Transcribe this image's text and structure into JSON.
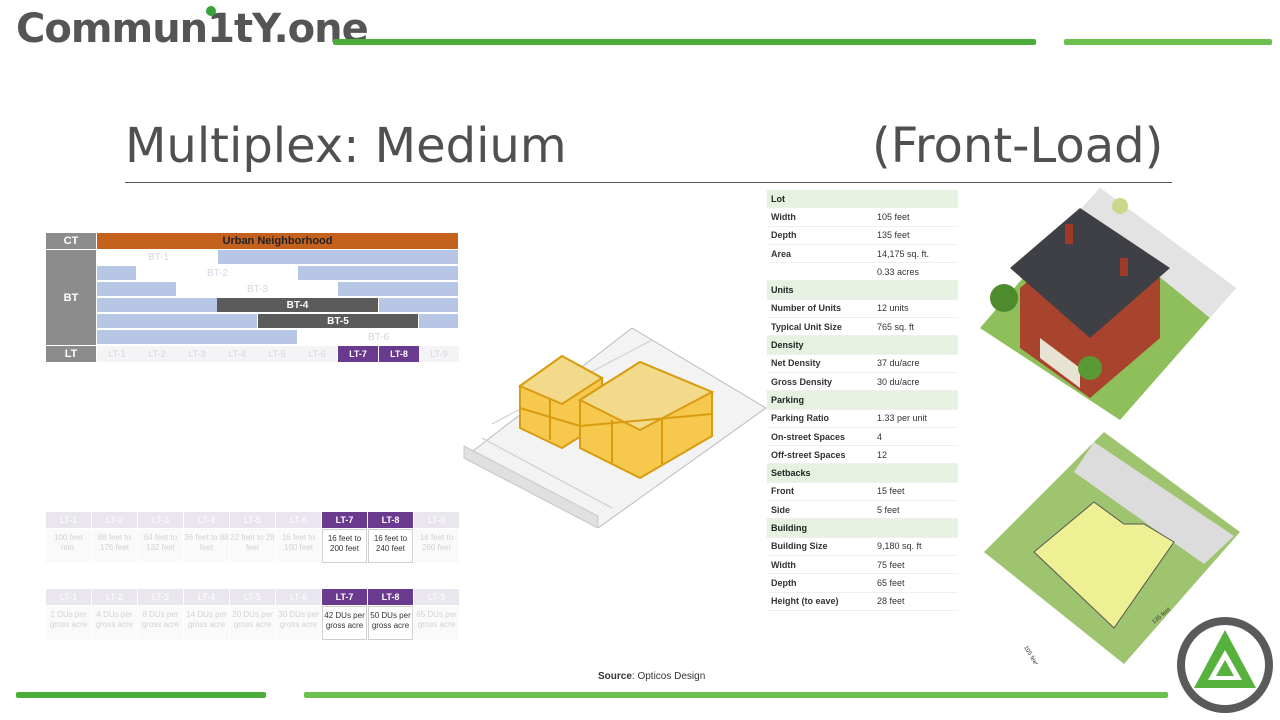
{
  "header": {
    "logo_text_a": "Commun",
    "logo_text_b": "1",
    "logo_text_c": "tY.one",
    "title_left": "Multiplex: Medium",
    "title_right": "(Front-Load)"
  },
  "transect": {
    "ct_label": "CT",
    "ct_value": "Urban Neighborhood",
    "bt_label": "BT",
    "lt_label": "LT",
    "bt": [
      "BT-1",
      "BT-2",
      "BT-3",
      "BT-4",
      "BT-5",
      "BT-6"
    ],
    "lt": [
      "LT-1",
      "LT-2",
      "LT-3",
      "LT-4",
      "LT-5",
      "LT-6",
      "LT-7",
      "LT-8",
      "LT-9"
    ],
    "colors": {
      "ct": "#c4621d",
      "active": "#6a3a8f",
      "bt_light": "#b7c6e4",
      "bt_dark": "#5b5b5b"
    }
  },
  "lot_width_grid": {
    "headers": [
      "LT-1",
      "LT-2",
      "LT-3",
      "LT-4",
      "LT-5",
      "LT-6",
      "LT-7",
      "LT-8",
      "LT-9"
    ],
    "cells": [
      "100 feet min.",
      "88 feet to 176 feet",
      "64 feet to 132 feet",
      "36 feet to 88 feet",
      "22 feet to 28 feet",
      "16 feet to 100 feet",
      "16 feet to 200 feet",
      "16 feet to 240 feet",
      "16 feet to 260 feet"
    ],
    "active": [
      6,
      7
    ]
  },
  "density_grid": {
    "headers": [
      "LT-1",
      "LT-2",
      "LT-3",
      "LT-4",
      "LT-5",
      "LT-6",
      "LT-7",
      "LT-8",
      "LT-9"
    ],
    "cells": [
      "2 DUs per gross acre",
      "4 DUs per gross acre",
      "8 DUs per gross acre",
      "14 DUs per gross acre",
      "20 DUs per gross acre",
      "30 DUs per gross acre",
      "42 DUs per gross acre",
      "50 DUs per gross acre",
      "65 DUs per gross acre"
    ],
    "active": [
      6,
      7
    ]
  },
  "spec": {
    "lot": "Lot",
    "width_k": "Width",
    "width_v": "105 feet",
    "depth_k": "Depth",
    "depth_v": "135 feet",
    "area_k": "Area",
    "area_v1": "14,175 sq. ft.",
    "area_v2": "0.33 acres",
    "units": "Units",
    "num_units_k": "Number of Units",
    "num_units_v": "12 units",
    "unit_size_k": "Typical Unit Size",
    "unit_size_v": "765 sq. ft",
    "density": "Density",
    "net_k": "Net Density",
    "net_v": "37 du/acre",
    "gross_k": "Gross Density",
    "gross_v": "30 du/acre",
    "parking": "Parking",
    "ratio_k": "Parking Ratio",
    "ratio_v": "1.33 per unit",
    "onst_k": "On-street Spaces",
    "onst_v": "4",
    "offst_k": "Off-street Spaces",
    "offst_v": "12",
    "setbacks": "Setbacks",
    "front_k": "Front",
    "front_v": "15 feet",
    "side_k": "Side",
    "side_v": "5 feet",
    "building": "Building",
    "bsize_k": "Building Size",
    "bsize_v": "9,180 sq. ft",
    "bwidth_k": "Width",
    "bwidth_v": "75 feet",
    "bdepth_k": "Depth",
    "bdepth_v": "65 feet",
    "height_k": "Height (to eave)",
    "height_v": "28 feet"
  },
  "plan_labels": {
    "left": "105 feet",
    "right": "135 feet"
  },
  "source_label": "Source",
  "source_value": ": Opticos Design"
}
